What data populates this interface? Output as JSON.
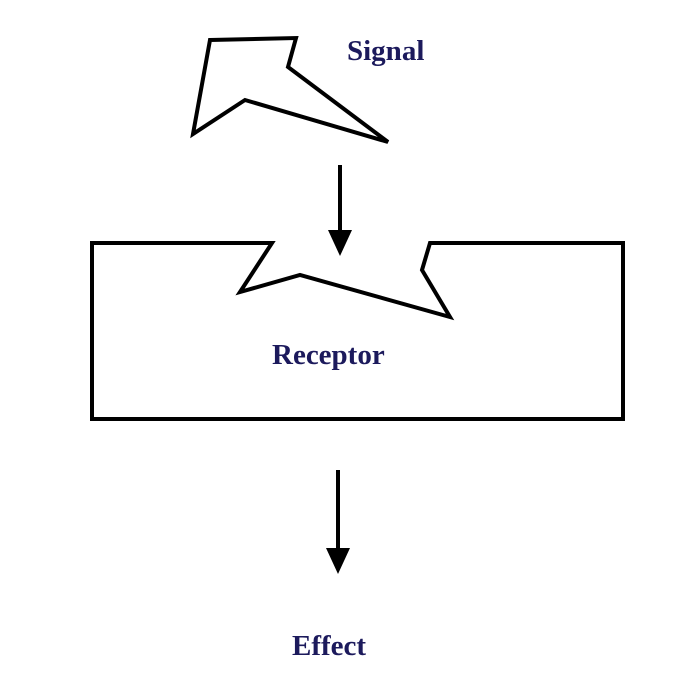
{
  "labels": {
    "signal": "Signal",
    "receptor": "Receptor",
    "effect": "Effect"
  },
  "colors": {
    "label_text": "#1c1a5c",
    "outline": "#000000",
    "background": "#ffffff"
  }
}
